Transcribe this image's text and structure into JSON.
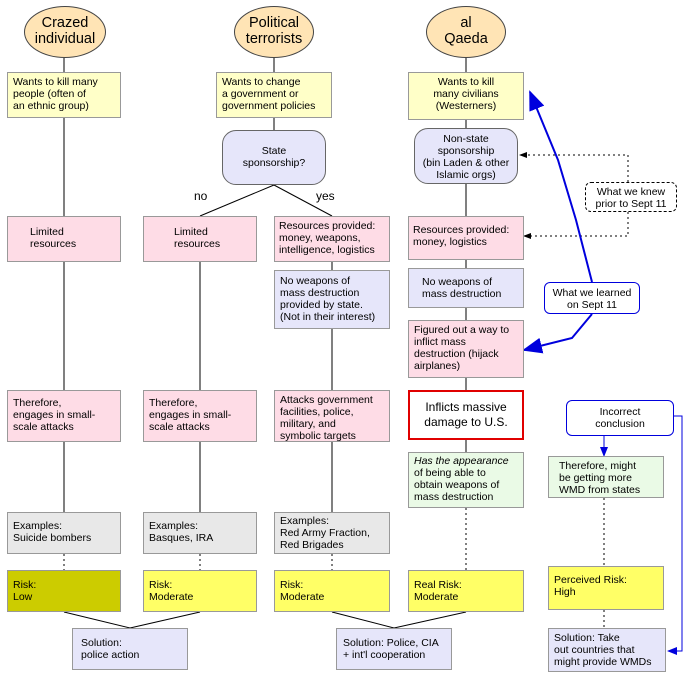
{
  "columns": [
    {
      "header": "Crazed\nindividual",
      "goal": "Wants to kill many\npeople (often of\nan ethnic group)",
      "resources": "Limited\nresources",
      "attacks": "Therefore,\nengages in small-\nscale attacks",
      "examples": "Examples:\nSuicide bombers",
      "risk": "Risk:\nLow"
    },
    {
      "header": "Political\nterrorists",
      "goal": "Wants to change\na government or\ngovernment policies",
      "sponsorship": "State\nsponsorship?",
      "no_label": "no",
      "yes_label": "yes",
      "resources_no": "Limited\nresources",
      "attacks_no": "Therefore,\nengages in small-\nscale attacks",
      "examples_no": "Examples:\nBasques, IRA",
      "risk_no": "Risk:\nModerate",
      "resources_yes": "Resources provided:\nmoney, weapons,\nintelligence, logistics",
      "wmd_yes": "No weapons of\nmass destruction\nprovided by state.\n(Not in their interest)",
      "attacks_yes": "Attacks government\nfacilities, police,\nmilitary, and\nsymbolic targets",
      "examples_yes": "Examples:\nRed Army Fraction,\nRed Brigades",
      "risk_yes": "Risk:\nModerate"
    },
    {
      "header": "al\nQaeda",
      "goal": "Wants to kill\nmany civilians\n(Westerners)",
      "sponsorship": "Non-state\nsponsorship\n(bin Laden & other\nIslamic orgs)",
      "resources": "Resources provided:\nmoney, logistics",
      "wmd": "No weapons of\nmass destruction",
      "figured": "Figured out a way to\ninflict  mass\ndestruction (hijack\nairplanes)",
      "inflicts": "Inflicts massive\ndamage to U.S.",
      "appearance_em": "Has the appearance",
      "appearance_rest": "of being able to\nobtain weapons of\nmass destruction",
      "risk": "Real Risk:\nModerate"
    }
  ],
  "side": {
    "knew": "What we knew\nprior to Sept 11",
    "learned": "What we learned\non Sept 11",
    "incorrect": "Incorrect\nconclusion",
    "might": "Therefore, might\nbe getting more\nWMD from states",
    "perceived": "Perceived Risk:\nHigh",
    "solution": "Solution: Take\nout countries that\nmight provide WMDs"
  },
  "solutions": {
    "police": "Solution:\npolice action",
    "cia": "Solution: Police, CIA\n+  int'l cooperation"
  },
  "colors": {
    "arrow": "#0000dd",
    "critical": "#e00000",
    "risk_high": "#ffff66",
    "risk_low": "#cccc00"
  }
}
